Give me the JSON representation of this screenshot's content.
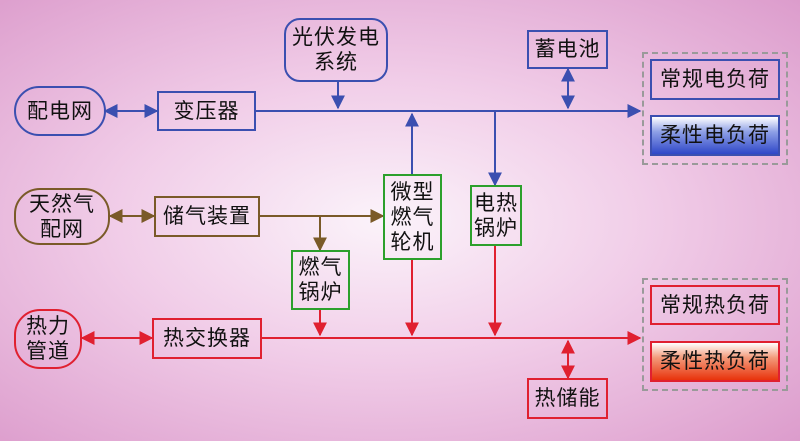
{
  "nodes": {
    "pv_system": "光伏发电\n系统",
    "grid": "配电网",
    "transformer": "变压器",
    "battery": "蓄电池",
    "conventional_elec_load": "常规电负荷",
    "flexible_elec_load": "柔性电负荷",
    "natural_gas_network": "天然气\n配网",
    "gas_storage": "储气装置",
    "micro_gas_turbine": "微型\n燃气\n轮机",
    "electric_boiler": "电热\n锅炉",
    "gas_boiler": "燃气\n锅炉",
    "heat_pipeline": "热力\n管道",
    "heat_exchanger": "热交换器",
    "heat_storage": "热储能",
    "conventional_heat_load": "常规热负荷",
    "flexible_heat_load": "柔性热负荷"
  },
  "colors": {
    "electric": "#3b4fb0",
    "gas": "#7a5a28",
    "heat": "#e02030",
    "conversion_border": "#2ca02c"
  }
}
